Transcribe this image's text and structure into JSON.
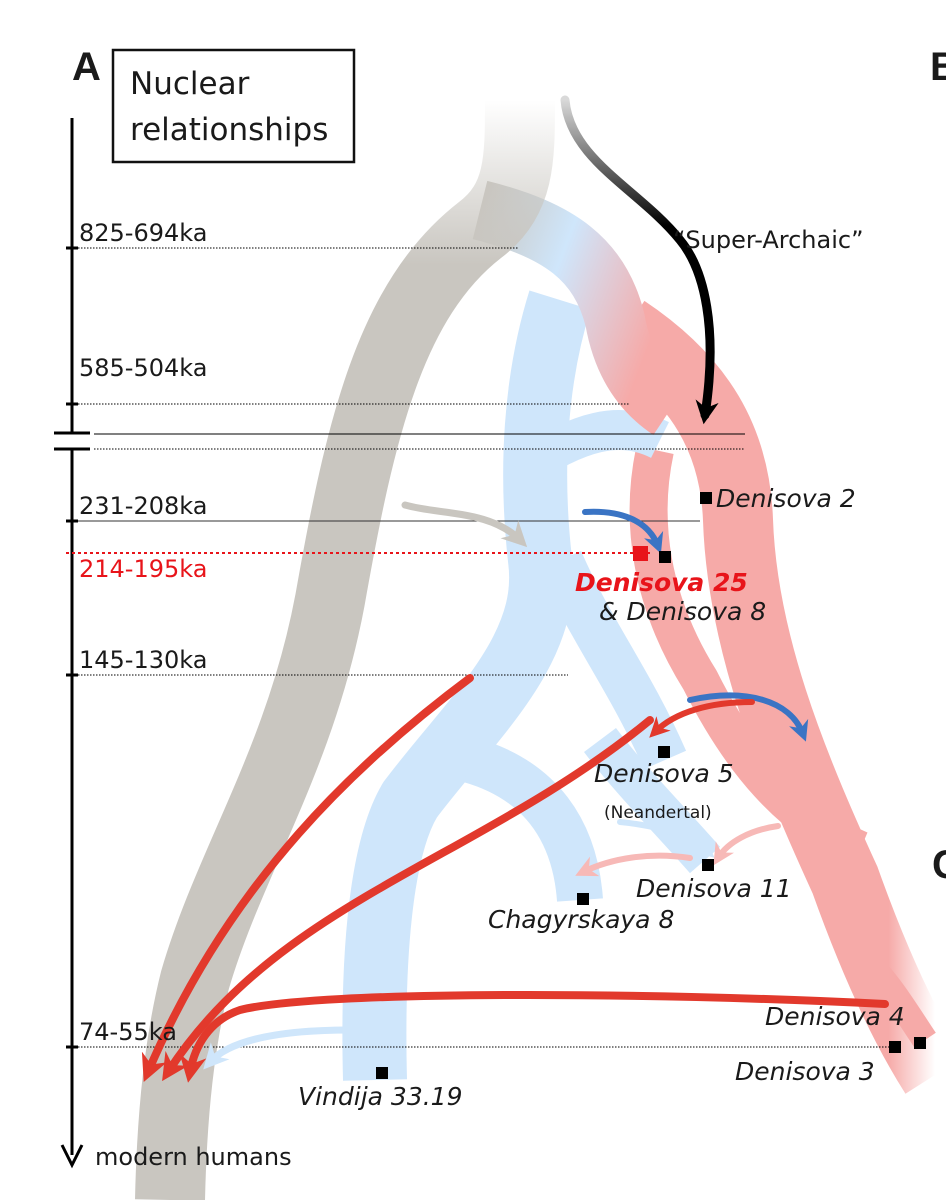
{
  "panel": {
    "letter_a": "A",
    "letter_b": "B",
    "letter_c": "C"
  },
  "legend_box": {
    "line1": "Nuclear",
    "line2": "relationships"
  },
  "time_labels": {
    "t1": "825-694ka",
    "t2": "585-504ka",
    "t3": "231-208ka",
    "t4": "214-195ka",
    "t5": "145-130ka",
    "t6": "74-55ka"
  },
  "time_axis_bottom": "modern humans",
  "super_archaic": "“Super-Archaic”",
  "samples": {
    "denisova2": "Denisova 2",
    "denisova25": "Denisova 25",
    "denisova8": "& Denisova 8",
    "denisova5": "Denisova 5",
    "neandertal_note": "(Neandertal)",
    "denisova11": "Denisova 11",
    "chagyrskaya8": "Chagyrskaya 8",
    "denisova4": "Denisova 4",
    "denisova3": "Denisova 3",
    "vindija": "Vindija 33.19"
  },
  "colors": {
    "modern_human_lineage": "#c9c6c0",
    "neandertal_lineage": "#cfe6fb",
    "denisovan_lineage": "#f6aaa8",
    "gene_flow_denisovan": "#e2392c",
    "gene_flow_neandertal": "#3a74c4",
    "highlight": "#e8141a"
  }
}
